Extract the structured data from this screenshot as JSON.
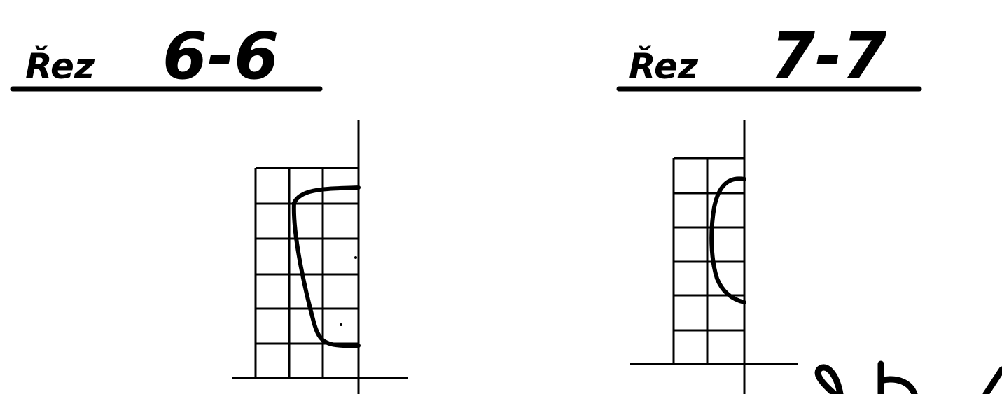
{
  "sections": [
    {
      "label": "Řez",
      "number": "6-6"
    },
    {
      "label": "Řez",
      "number": "7-7"
    }
  ]
}
